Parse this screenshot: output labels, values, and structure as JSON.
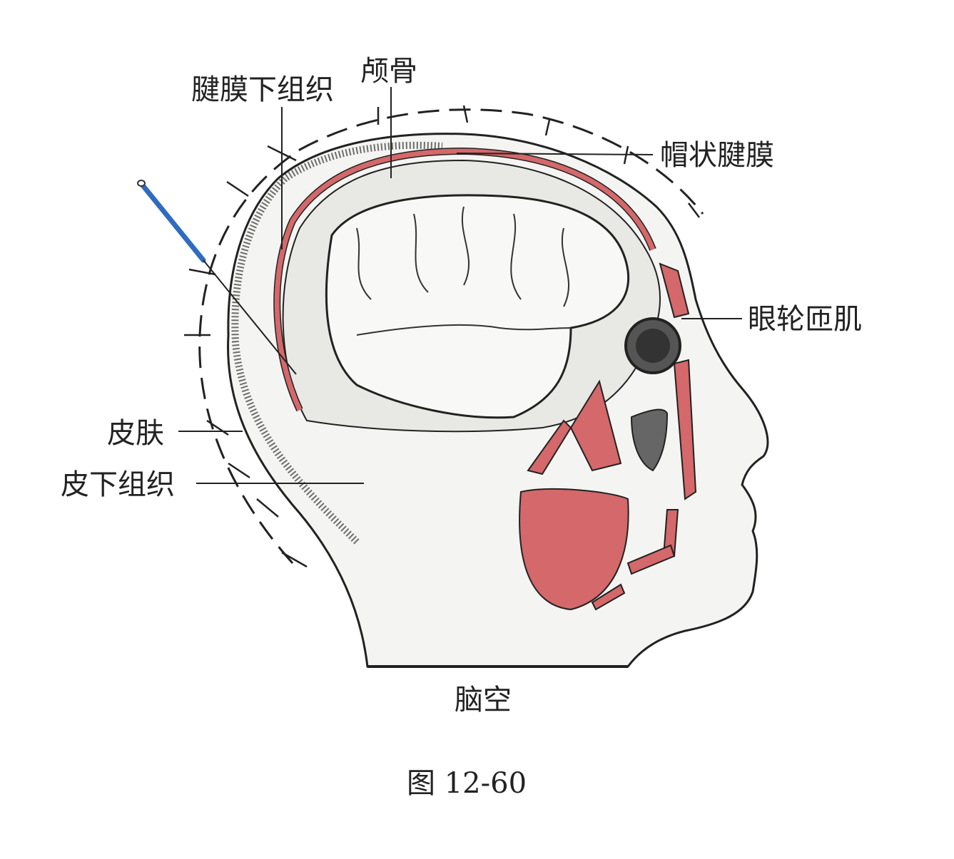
{
  "labels": {
    "subaponeurotic": "腱膜下组织",
    "skull": "颅骨",
    "galea": "帽状腱膜",
    "orbicularis": "眼轮匝肌",
    "skin": "皮肤",
    "subcutaneous": "皮下组织",
    "acupoint": "脑空"
  },
  "caption": "图 12-60",
  "colors": {
    "muscle": "#d4686a",
    "needle": "#2f6cc0",
    "ink": "#222222"
  }
}
